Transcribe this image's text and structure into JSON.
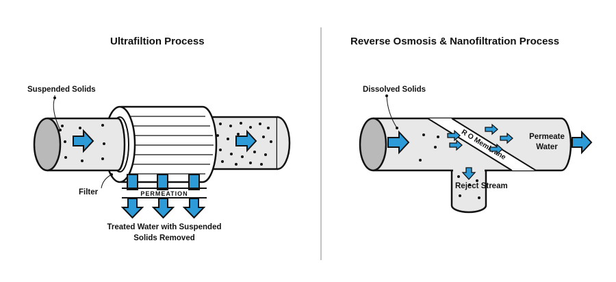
{
  "left_panel": {
    "title": "Ultrafiltion Process",
    "labels": {
      "suspended_solids": "Suspended Solids",
      "filter": "Filter",
      "permeation": "PERMEATION",
      "treated_line1": "Treated Water with Suspended",
      "treated_line2": "Solids Removed"
    }
  },
  "right_panel": {
    "title": "Reverse Osmosis & Nanofiltration Process",
    "labels": {
      "dissolved_solids": "Dissolved Solids",
      "membrane": "R O Membrane",
      "permeate_line1": "Permeate",
      "permeate_line2": "Water",
      "reject_stream": "Reject Stream"
    }
  },
  "colors": {
    "arrow_fill": "#2d9bd8",
    "pipe_fill": "#e8e8e8",
    "pipe_end_fill": "#b9b9b9",
    "stroke": "#111111",
    "divider": "#9a9a9a"
  }
}
